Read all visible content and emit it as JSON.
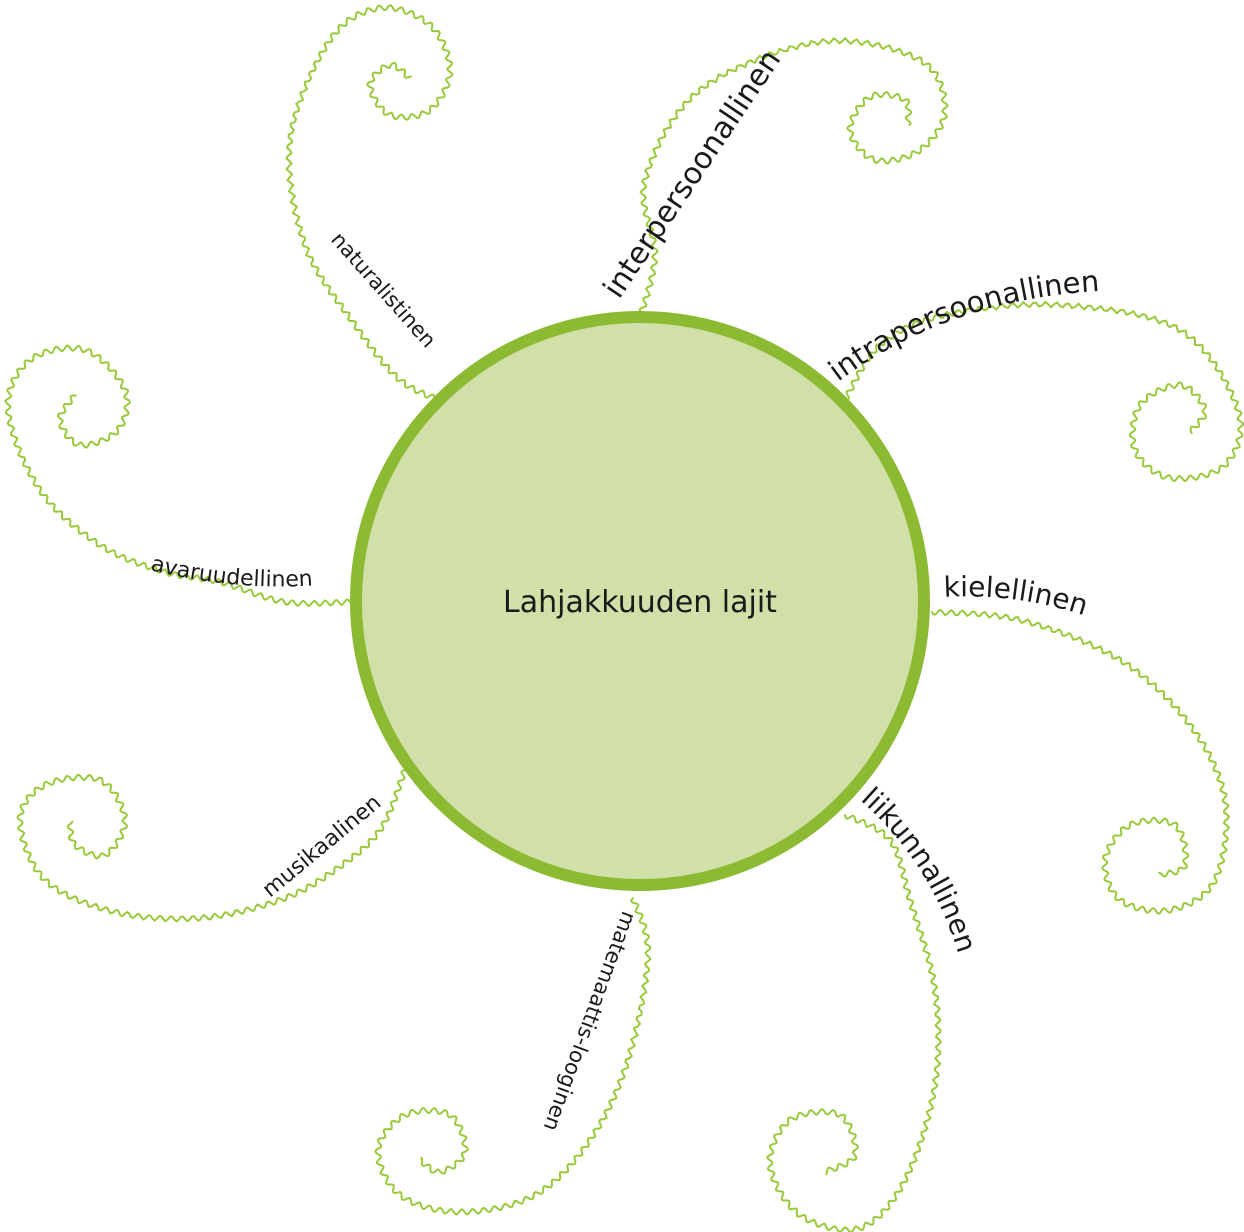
{
  "center": {
    "label": "Lahjakkuuden lajit",
    "fill_color": "#d0e0a8",
    "stroke_color": "#8cba32"
  },
  "curl_color": "#9ac93b",
  "branches": [
    {
      "id": "interpersoonallinen",
      "label": "interpersoonallinen"
    },
    {
      "id": "intrapersoonallinen",
      "label": "intrapersoonallinen"
    },
    {
      "id": "kielellinen",
      "label": "kielellinen"
    },
    {
      "id": "liikunnallinen",
      "label": "liikunnallinen"
    },
    {
      "id": "matemaattis-looginen",
      "label": "matemaattis-looginen"
    },
    {
      "id": "musikaalinen",
      "label": "musikaalinen"
    },
    {
      "id": "avaruudellinen",
      "label": "avaruudellinen"
    },
    {
      "id": "naturalistinen",
      "label": "naturalistinen"
    }
  ]
}
